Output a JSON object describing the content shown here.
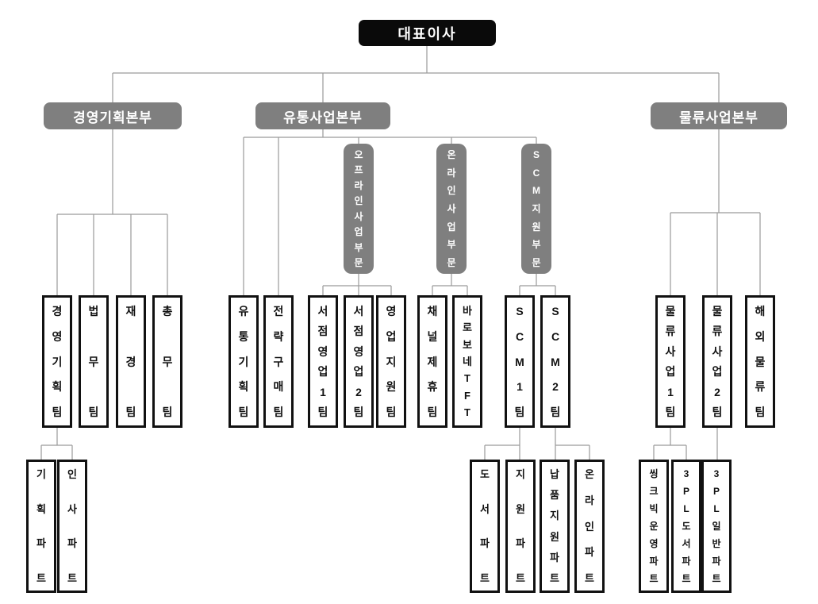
{
  "org": {
    "ceo": "대표이사",
    "divisions": {
      "management": "경영기획본부",
      "distribution": "유통사업본부",
      "logistics": "물류사업본부"
    },
    "sectors": {
      "offline": "오프라인사업부문",
      "online": "온라인사업부문",
      "scm": "SCM지원부문"
    },
    "teams": {
      "mgmt_planning": "경영기획팀",
      "legal": "법무팀",
      "finance": "재경팀",
      "general_affairs": "총무팀",
      "dist_planning": "유통기획팀",
      "strategic_purchasing": "전략구매팀",
      "bookstore_sales_1": "서점영업1팀",
      "bookstore_sales_2": "서점영업2팀",
      "sales_support": "영업지원팀",
      "channel_partnership": "채널제휴팀",
      "barobone_tft": "바로보네TFT",
      "scm_1": "SCM1팀",
      "scm_2": "SCM2팀",
      "logistics_biz_1": "물류사업1팀",
      "logistics_biz_2": "물류사업2팀",
      "overseas_logistics": "해외물류팀"
    },
    "parts": {
      "planning": "기획파트",
      "hr": "인사파트",
      "books": "도서파트",
      "support": "지원파트",
      "delivery_support": "납품지원파트",
      "online": "온라인파트",
      "thinkbig_operation": "씽크빅운영파트",
      "pl3_books": "3PL도서파트",
      "pl3_general": "3PL일반파트"
    },
    "colors": {
      "node_black": "#0a0a0a",
      "node_gray": "#7f7f7f",
      "line_gray": "#9a9a9a"
    }
  }
}
